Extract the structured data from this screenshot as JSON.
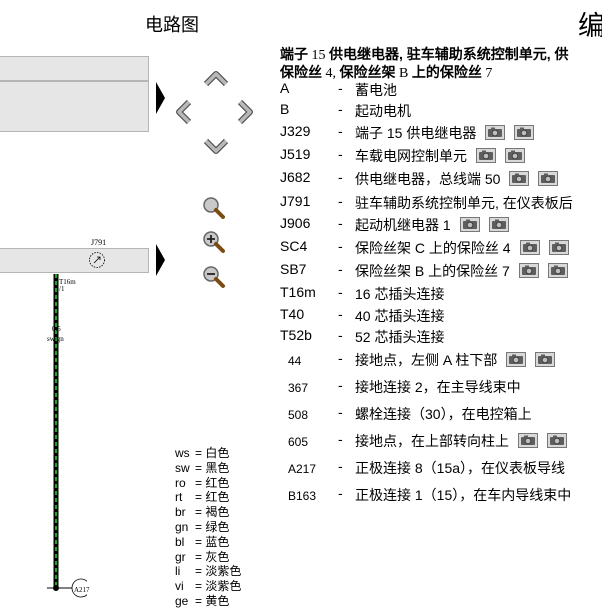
{
  "page_title": "电路图",
  "right_title": "编",
  "header": {
    "line1": [
      {
        "text": "端子",
        "style": "bold"
      },
      {
        "text": " 15 ",
        "style": "serif"
      },
      {
        "text": "供电继电器, 驻车辅助系统控制单元, 供",
        "style": "bold"
      }
    ],
    "line2": [
      {
        "text": "保险丝",
        "style": "bold"
      },
      {
        "text": " 4, ",
        "style": "serif"
      },
      {
        "text": "保险丝架",
        "style": "bold"
      },
      {
        "text": " B ",
        "style": "serif"
      },
      {
        "text": "上的保险丝",
        "style": "bold"
      },
      {
        "text": " 7",
        "style": "serif"
      }
    ]
  },
  "diagram": {
    "j791_label": "J791",
    "t16m_label": "T16m",
    "t16m_pin": "/1",
    "wire_size": "0.5",
    "wire_color": "sw/gn",
    "ground_label": "A217"
  },
  "navigation": {
    "pan_up": "chevron-up-icon",
    "pan_left": "chevron-left-icon",
    "pan_right": "chevron-right-icon",
    "pan_down": "chevron-down-icon",
    "zoom_fit": "magnifier-icon",
    "zoom_in": "zoom-in-icon",
    "zoom_out": "zoom-out-icon"
  },
  "components": [
    {
      "code": "A",
      "desc": "蓄电池",
      "cams": 0
    },
    {
      "code": "B",
      "desc": "起动电机",
      "cams": 0
    },
    {
      "code": "J329",
      "desc": "端子 15 供电继电器",
      "cams": 2
    },
    {
      "code": "J519",
      "desc": "车载电网控制单元",
      "cams": 2
    },
    {
      "code": "J682",
      "desc": "供电继电器，总线端 50",
      "cams": 2
    },
    {
      "code": "J791",
      "desc": "驻车辅助系统控制单元, 在仪表板后",
      "cams": 0
    },
    {
      "code": "J906",
      "desc": "起动机继电器 1",
      "cams": 2
    },
    {
      "code": "SC4",
      "desc": "保险丝架 C 上的保险丝 4",
      "cams": 2
    },
    {
      "code": "SB7",
      "desc": "保险丝架 B 上的保险丝 7",
      "cams": 2
    },
    {
      "code": "T16m",
      "desc": "16 芯插头连接",
      "cams": 0
    },
    {
      "code": "T40",
      "desc": "40 芯插头连接",
      "cams": 0
    },
    {
      "code": "T52b",
      "desc": "52 芯插头连接",
      "cams": 0
    },
    {
      "code": "44",
      "desc": "接地点，左侧 A 柱下部",
      "cams": 2,
      "small": true
    },
    {
      "code": "367",
      "desc": "接地连接 2，在主导线束中",
      "cams": 0,
      "small": true
    },
    {
      "code": "508",
      "desc": "螺栓连接（30），在电控箱上",
      "cams": 0,
      "small": true
    },
    {
      "code": "605",
      "desc": "接地点，在上部转向柱上",
      "cams": 2,
      "small": true
    },
    {
      "code": "A217",
      "desc": "正极连接 8（15a），在仪表板导线",
      "cams": 0,
      "small": true
    },
    {
      "code": "B163",
      "desc": "正极连接 1（15），在车内导线束中",
      "cams": 0,
      "small": true
    }
  ],
  "dash": "-",
  "legend": [
    {
      "code": "ws",
      "name": "白色"
    },
    {
      "code": "sw",
      "name": "黑色"
    },
    {
      "code": "ro",
      "name": "红色"
    },
    {
      "code": "rt",
      "name": "红色"
    },
    {
      "code": "br",
      "name": "褐色"
    },
    {
      "code": "gn",
      "name": "绿色"
    },
    {
      "code": "bl",
      "name": "蓝色"
    },
    {
      "code": "gr",
      "name": "灰色"
    },
    {
      "code": "li",
      "name": "淡紫色"
    },
    {
      "code": "vi",
      "name": "淡紫色"
    },
    {
      "code": "ge",
      "name": "黄色"
    }
  ],
  "colors": {
    "panel_bg": "#e6e6e6",
    "wire_black": "#000000",
    "wire_green": "#1f9e2c",
    "icon_grey": "#9a9a9a"
  }
}
